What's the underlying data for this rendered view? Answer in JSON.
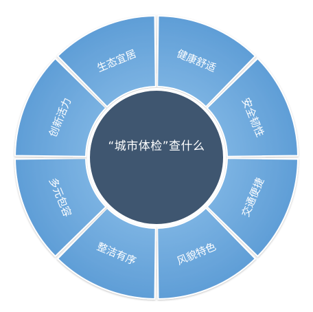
{
  "diagram": {
    "center_text": "“城市体检”查什么",
    "segments": [
      {
        "label": "健康舒适"
      },
      {
        "label": "安全韧性"
      },
      {
        "label": "交通便捷"
      },
      {
        "label": "风貌特色"
      },
      {
        "label": "整洁有序"
      },
      {
        "label": "多元包容"
      },
      {
        "label": "创新活力"
      },
      {
        "label": "生态宜居"
      }
    ],
    "colors": {
      "segment_fill": "#6fa8dc",
      "segment_fill_edge": "#5a94cc",
      "segment_stroke": "#ffffff",
      "ring_outline": "#ffffff",
      "center_fill": "#3f5670",
      "label_color": "#ffffff"
    }
  }
}
